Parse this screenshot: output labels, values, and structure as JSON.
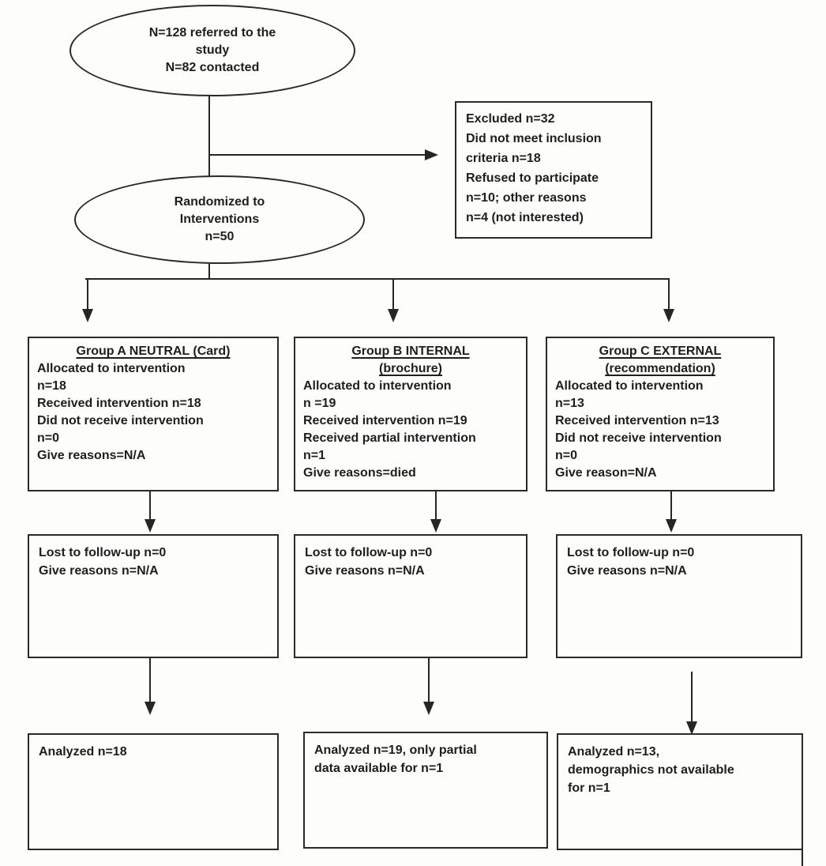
{
  "diagram": {
    "referred": "N=128 referred to the\nstudy\nN=82 contacted",
    "excluded": "Excluded n=32\nDid not meet inclusion\ncriteria n=18\nRefused to participate\nn=10; other reasons\nn=4 (not interested)",
    "randomized": "Randomized to\nInterventions\nn=50",
    "groups": [
      {
        "title": "Group A NEUTRAL (Card)",
        "allocation": "Allocated to intervention\nn=18\nReceived intervention n=18\nDid not receive intervention\nn=0\nGive reasons=N/A",
        "followup": "Lost to follow-up n=0\nGive reasons n=N/A",
        "analyzed": "Analyzed n=18"
      },
      {
        "title": "Group B INTERNAL\n(brochure)",
        "allocation": "Allocated to intervention\nn =19\nReceived intervention n=19\nReceived partial intervention\nn=1\nGive reasons=died",
        "followup": "Lost to follow-up n=0\nGive reasons n=N/A",
        "analyzed": "Analyzed n=19, only partial\ndata available for n=1"
      },
      {
        "title": "Group C EXTERNAL\n(recommendation)",
        "allocation": "Allocated to intervention\nn=13\nReceived intervention n=13\nDid not receive intervention\nn=0\nGive reason=N/A",
        "followup": "Lost to follow-up n=0\nGive reasons n=N/A",
        "analyzed": "Analyzed n=13,\ndemographics not available\nfor n=1"
      }
    ],
    "colors": {
      "ink": "#262626",
      "paper": "#fdfdfc"
    }
  }
}
